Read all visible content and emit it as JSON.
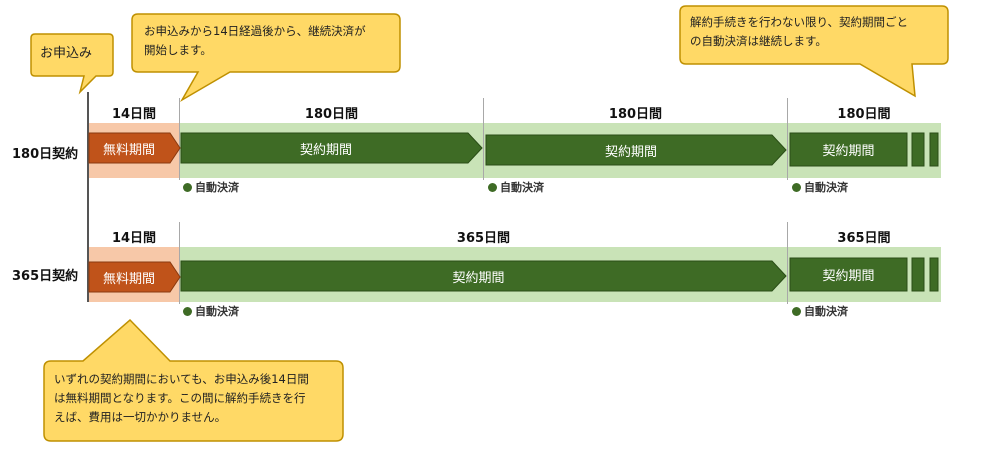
{
  "callouts": {
    "apply": "お申込み",
    "autostart": "お申込みから14日経過後から、継続決済が\n開始します。",
    "continue": "解約手続きを行わない限り、契約期間ごと\nの自動決済は継続します。",
    "free": "いずれの契約期間においても、お申込み後14日間\nは無料期間となります。この間に解約手続きを行\nえば、費用は一切かかりません。"
  },
  "rows": [
    {
      "label": "180日契約",
      "periods": [
        "14日間",
        "180日間",
        "180日間",
        "180日間"
      ],
      "free_text": "無料期間",
      "contract_text": [
        "契約期間",
        "契約期間",
        "契約期間"
      ],
      "auto": [
        "自動決済",
        "自動決済",
        "自動決済"
      ]
    },
    {
      "label": "365日契約",
      "periods": [
        "14日間",
        "365日間",
        "365日間"
      ],
      "free_text": "無料期間",
      "contract_text": [
        "契約期間",
        "契約期間"
      ],
      "auto": [
        "自動決済",
        "自動決済"
      ]
    }
  ],
  "colors": {
    "contract": "#3e6b25",
    "free": "#c0531a",
    "callout_fill": "#ffd966",
    "callout_border": "#bf9000"
  }
}
